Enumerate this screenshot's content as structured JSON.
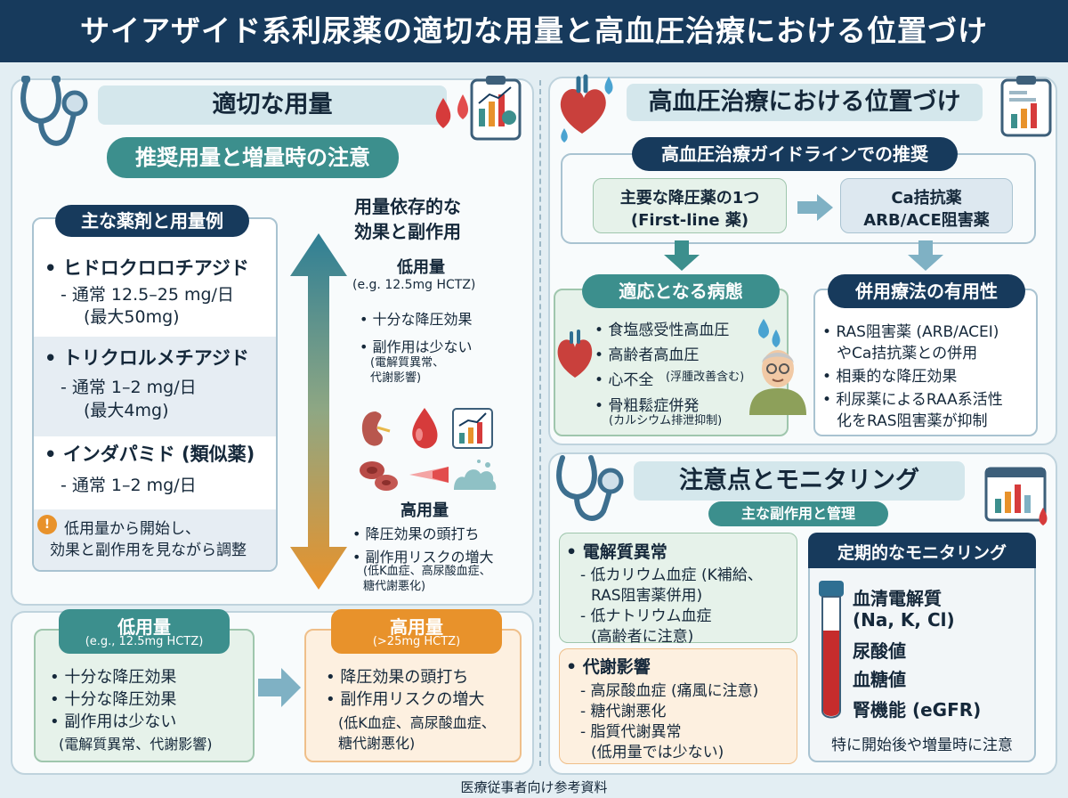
{
  "header": {
    "title": "サイアザイド系利尿薬の適切な用量と高血圧治療における位置づけ"
  },
  "left": {
    "title": "適切な用量",
    "subtitle": "推奨用量と増量時の注意",
    "drugs_title": "主な薬剤と用量例",
    "drugs": [
      {
        "name": "• ヒドロクロロチアジド",
        "dose": "- 通常 12.5–25 mg/日",
        "max": "(最大50mg)"
      },
      {
        "name": "• トリクロルメチアジド",
        "dose": "- 通常 1–2 mg/日",
        "max": "(最大4mg)"
      },
      {
        "name": "• インダパミド (類似薬)",
        "dose": "- 通常 1–2 mg/日",
        "max": ""
      }
    ],
    "note_icon": "!",
    "note_line1": "低用量から開始し、",
    "note_line2": "効果と副作用を見ながら調整",
    "dep_title_1": "用量依存的な",
    "dep_title_2": "効果と副作用",
    "low_label": "低用量",
    "low_eg": "(e.g. 12.5mg HCTZ)",
    "low_items": [
      "• 十分な降圧効果",
      "• 副作用は少ない"
    ],
    "low_sub_1": "(電解質異常、",
    "low_sub_2": "代謝影響)",
    "high_label": "高用量",
    "high_items": [
      "• 降圧効果の頭打ち",
      "• 副作用リスクの増大"
    ],
    "high_sub_1": "(低K血症、高尿酸血症、",
    "high_sub_2": "糖代謝悪化)",
    "icons": [
      "kidney-icon",
      "blood-drop-icon",
      "chart-icon",
      "red-cells-icon",
      "foam-icon"
    ]
  },
  "bottom_left": {
    "low_title": "低用量",
    "low_eg": "(e.g., 12.5mg HCTZ)",
    "low_items": [
      "• 十分な降圧効果",
      "• 十分な降圧効果",
      "• 副作用は少ない"
    ],
    "low_sub": "(電解質異常、代謝影響)",
    "high_title": "高用量",
    "high_eg": "(>25mg HCTZ)",
    "high_items": [
      "• 降圧効果の頭打ち",
      "• 副作用リスクの増大"
    ],
    "high_sub_1": "(低K血症、高尿酸血症、",
    "high_sub_2": "糖代謝悪化)"
  },
  "right_top": {
    "title": "高血圧治療における位置づけ",
    "guide": "高血圧治療ガイドラインでの推奨",
    "first_line_1": "主要な降圧薬の1つ",
    "first_line_2": "(First-line 薬)",
    "combo_1": "Ca拮抗薬",
    "combo_2": "ARB/ACE阻害薬",
    "ind_title": "適応となる病態",
    "ind_items": [
      "• 食塩感受性高血圧",
      "• 高齢者高血圧",
      "• 心不全"
    ],
    "ind_item3_note": "(浮腫改善含む)",
    "ind_item4": "• 骨粗鬆症併発",
    "ind_item4_note": "(カルシウム排泄抑制)",
    "use_title": "併用療法の有用性",
    "use_items": [
      "• RAS阻害薬 (ARB/ACEI)",
      "やCa拮抗薬との併用",
      "• 相乗的な降圧効果",
      "• 利尿薬によるRAA系活性",
      "化をRAS阻害薬が抑制"
    ]
  },
  "right_bottom": {
    "title": "注意点とモニタリング",
    "sub": "主な副作用と管理",
    "elec_title": "• 電解質異常",
    "elec_items": [
      "- 低カリウム血症 (K補給、",
      "RAS阻害薬併用)",
      "- 低ナトリウム血症",
      "(高齢者に注意)"
    ],
    "meta_title": "• 代謝影響",
    "meta_items": [
      "- 高尿酸血症 (痛風に注意)",
      "- 糖代謝悪化",
      "- 脂質代謝異常",
      "(低用量では少ない)"
    ],
    "mon_title": "定期的なモニタリング",
    "mon_items": [
      "血清電解質",
      "(Na, K, Cl)",
      "尿酸値",
      "血糖値",
      "腎機能 (eGFR)"
    ],
    "mon_note": "特に開始後や増量時に注意"
  },
  "footer": "医療従事者向け参考資料",
  "colors": {
    "navy": "#173a5c",
    "teal": "#3c8f8d",
    "green_light": "#e6f2ea",
    "orange": "#e8922b",
    "orange_light": "#fdf0e0",
    "blue_light": "#e3eef3"
  }
}
